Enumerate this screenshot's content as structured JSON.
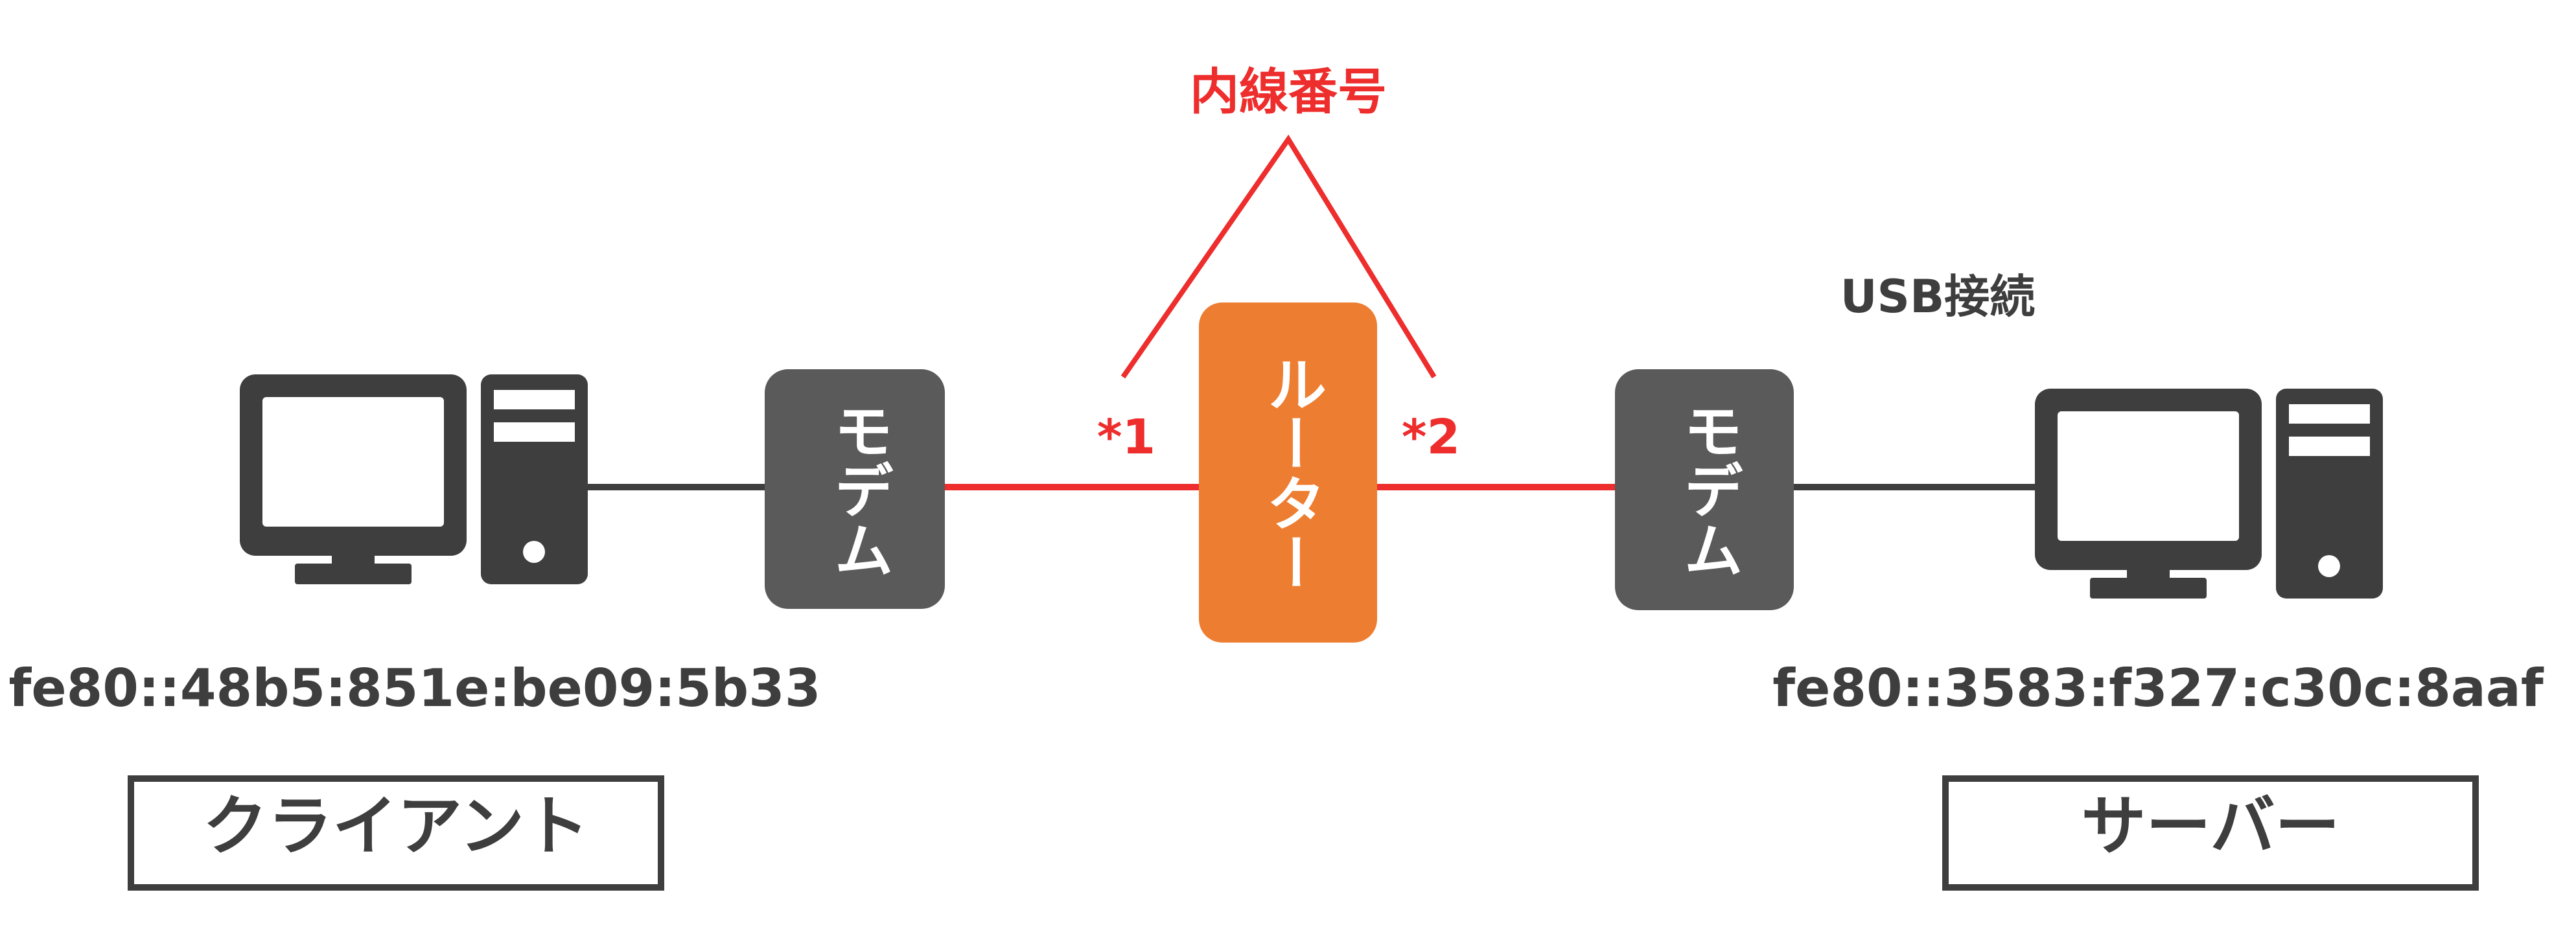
{
  "colors": {
    "background": "#ffffff",
    "device_dark": "#3e3e3e",
    "modem_fill": "#5a5a5a",
    "router_fill": "#ed7d31",
    "red_accent": "#ee2d2d",
    "text_dark": "#3e3e3e",
    "text_white": "#ffffff"
  },
  "annotation": {
    "extension_number": "内線番号",
    "marker_left": "*1",
    "marker_right": "*2",
    "usb_connection": "USB接続"
  },
  "devices": {
    "client_pc_icon": "desktop-computer-icon",
    "server_pc_icon": "desktop-computer-icon",
    "modem_left_label": "モデム",
    "router_label": "ルーター",
    "modem_right_label": "モデム"
  },
  "addresses": {
    "client": "fe80::48b5:851e:be09:5b33",
    "server": "fe80::3583:f327:c30c:8aaf"
  },
  "roles": {
    "client": "クライアント",
    "server": "サーバー"
  }
}
